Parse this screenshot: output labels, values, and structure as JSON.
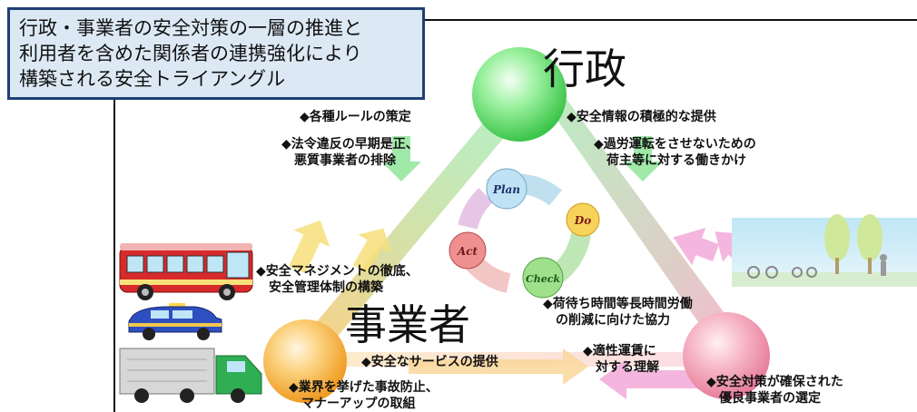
{
  "title_lines": [
    "行政・事業者の安全対策の一層の推進と",
    "利用者を含めた関係者の連携強化により",
    "構築される安全トライアングル"
  ],
  "nodes": {
    "government": "行政",
    "business": "事業者"
  },
  "pdca": {
    "plan": "Plan",
    "do": "Do",
    "check": "Check",
    "act": "Act"
  },
  "notes": {
    "gov_rules": "◆各種ルールの策定",
    "gov_law": [
      "◆法令違反の早期是正、",
      "悪質事業者の排除"
    ],
    "gov_info": "◆安全情報の積極的な提供",
    "gov_overwork": [
      "◆過労運転をさせないための",
      "荷主等に対する働きかけ"
    ],
    "biz_mgmt": [
      "◆安全マネジメントの徹底、",
      "安全管理体制の構築"
    ],
    "biz_service": "◆安全なサービスの提供",
    "biz_accident": [
      "◆業界を挙げた事故防止、",
      "マナーアップの取組"
    ],
    "user_wait": [
      "◆荷待ち時間等長時間労働",
      "の削減に向けた協力"
    ],
    "user_fare": [
      "◆適性運賃に",
      "対する理解"
    ],
    "user_select": [
      "◆安全対策が確保された",
      "優良事業者の選定"
    ]
  },
  "colors": {
    "title_bg": "#dce9f5",
    "title_border": "#1f3f75",
    "green_node": "#6fe07a",
    "orange_node": "#f6b24a",
    "pink_node": "#f3a0b6"
  },
  "icons": [
    "bus-icon",
    "taxi-icon",
    "truck-icon",
    "park-scene"
  ]
}
